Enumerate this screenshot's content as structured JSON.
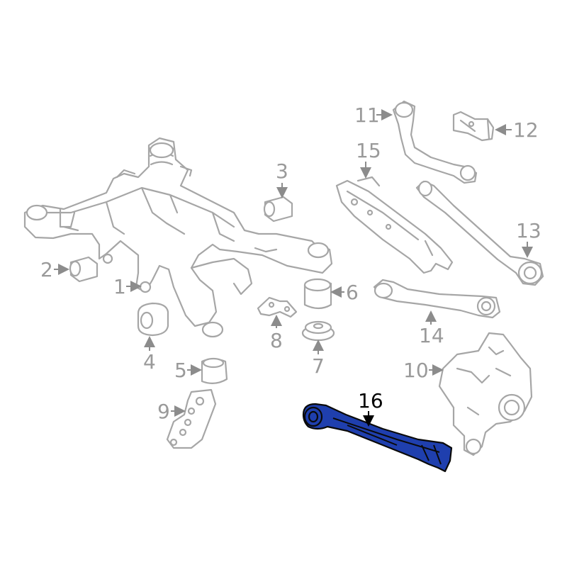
{
  "diagram": {
    "highlight_color": "#1f3fae",
    "line_color": "#a6a6a6",
    "label_color": "#9a9a9a",
    "highlight_label_color": "#000000",
    "callouts": [
      {
        "id": "1",
        "text": "1"
      },
      {
        "id": "2",
        "text": "2"
      },
      {
        "id": "3",
        "text": "3"
      },
      {
        "id": "4",
        "text": "4"
      },
      {
        "id": "5",
        "text": "5"
      },
      {
        "id": "6",
        "text": "6"
      },
      {
        "id": "7",
        "text": "7"
      },
      {
        "id": "8",
        "text": "8"
      },
      {
        "id": "9",
        "text": "9"
      },
      {
        "id": "10",
        "text": "10"
      },
      {
        "id": "11",
        "text": "11"
      },
      {
        "id": "12",
        "text": "12"
      },
      {
        "id": "13",
        "text": "13"
      },
      {
        "id": "14",
        "text": "14"
      },
      {
        "id": "15",
        "text": "15"
      },
      {
        "id": "16",
        "text": "16",
        "highlighted": true
      }
    ]
  }
}
